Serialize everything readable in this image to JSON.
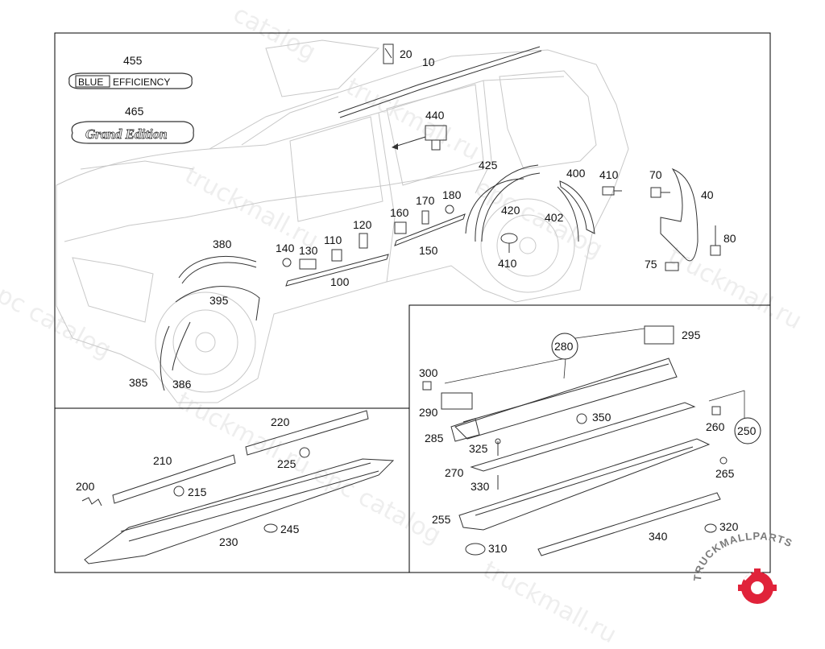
{
  "watermarks": [
    "epc catalog",
    "truckmall.ru",
    "truckmall.ru",
    "catalog",
    "epc catalog",
    "truckmall.ru",
    "truckmall.ru epc catalog",
    "truckmall.ru"
  ],
  "badges": {
    "blue_efficiency": {
      "box": "BLUE",
      "rest": "EFFICIENCY"
    },
    "grand_edition": "Grand Edition"
  },
  "callouts": {
    "c455": "455",
    "c465": "465",
    "c20": "20",
    "c10": "10",
    "c440": "440",
    "c425": "425",
    "c400": "400",
    "c410a": "410",
    "c70": "70",
    "c40": "40",
    "c420": "420",
    "c402": "402",
    "c410b": "410",
    "c80": "80",
    "c75": "75",
    "c380": "380",
    "c395": "395",
    "c385": "385",
    "c386": "386",
    "c140": "140",
    "c130": "130",
    "c110": "110",
    "c120": "120",
    "c100": "100",
    "c160": "160",
    "c170": "170",
    "c180": "180",
    "c150": "150",
    "c220": "220",
    "c210": "210",
    "c225": "225",
    "c200": "200",
    "c215": "215",
    "c230": "230",
    "c245": "245",
    "c280": "280",
    "c295": "295",
    "c300": "300",
    "c290": "290",
    "c350": "350",
    "c285": "285",
    "c325": "325",
    "c260": "260",
    "c250": "250",
    "c270": "270",
    "c265": "265",
    "c330": "330",
    "c255": "255",
    "c320": "320",
    "c340": "340",
    "c310": "310"
  },
  "logo_text": "TRUCKMALLPARTS",
  "colors": {
    "logo_red": "#e0233a",
    "logo_gray": "#7a7a7a",
    "watermark": "#969696"
  }
}
